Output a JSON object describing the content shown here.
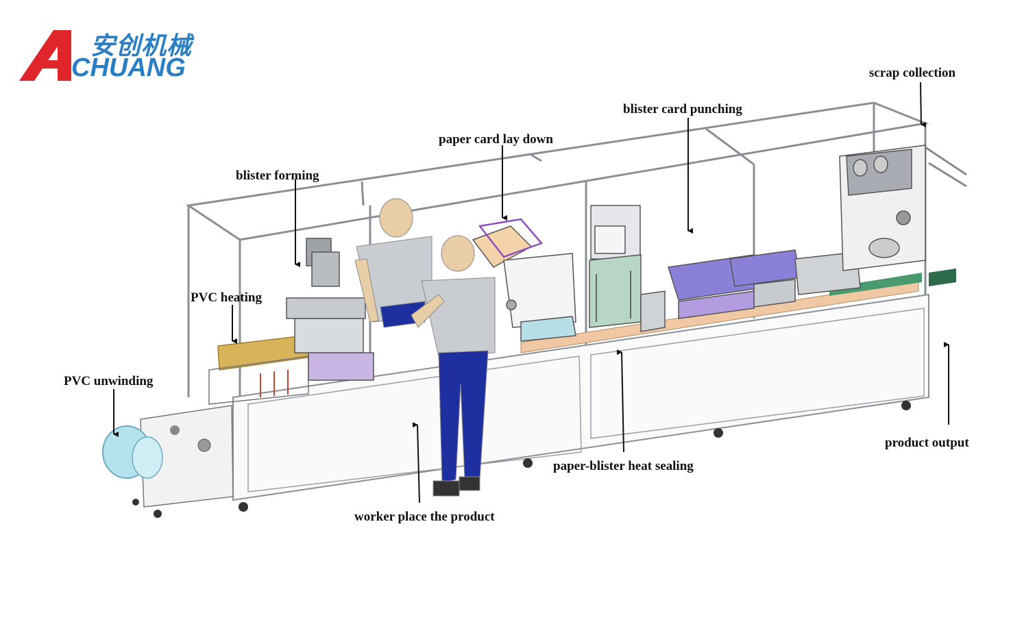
{
  "brand": {
    "name_cn": "安创机械",
    "name_en": "CHUANG",
    "logo_letter": "A",
    "colors": {
      "letter": "#e0262b",
      "text": "#2a7fc4"
    }
  },
  "callouts": [
    {
      "id": "scrap-collection",
      "label": "scrap collection"
    },
    {
      "id": "blister-card-punching",
      "label": "blister card punching"
    },
    {
      "id": "paper-card-lay-down",
      "label": "paper card lay down"
    },
    {
      "id": "blister-forming",
      "label": "blister forming"
    },
    {
      "id": "pvc-heating",
      "label": "PVC heating"
    },
    {
      "id": "pvc-unwinding",
      "label": "PVC unwinding"
    },
    {
      "id": "worker-place-product",
      "label": "worker place the product"
    },
    {
      "id": "paper-blister-heat-sealing",
      "label": "paper-blister heat sealing"
    },
    {
      "id": "product-output",
      "label": "product output"
    }
  ]
}
